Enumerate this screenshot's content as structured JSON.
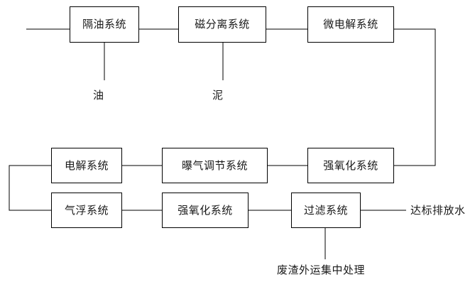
{
  "diagram": {
    "type": "process-flow-chart",
    "orientation": "horizontal-serpentine",
    "line_color": "#000000",
    "box_border_color": "#000000",
    "background_color": "#ffffff",
    "text_color": "#1a1a1a",
    "rows": [
      {
        "row_index": 1,
        "nodes": [
          {
            "id": "oil-separation",
            "label": "隔油系统"
          },
          {
            "id": "magnetic-separation",
            "label": "磁分离系统"
          },
          {
            "id": "micro-electrolysis",
            "label": "微电解系统"
          }
        ]
      },
      {
        "row_index": 2,
        "nodes": [
          {
            "id": "electrolysis",
            "label": "电解系统"
          },
          {
            "id": "aeration-regulation",
            "label": "曝气调节系统"
          },
          {
            "id": "strong-oxidation-1",
            "label": "强氧化系统"
          }
        ]
      },
      {
        "row_index": 3,
        "nodes": [
          {
            "id": "air-flotation",
            "label": "气浮系统"
          },
          {
            "id": "strong-oxidation-2",
            "label": "强氧化系统"
          },
          {
            "id": "filtration",
            "label": "过滤系统"
          }
        ]
      }
    ],
    "branch_labels": [
      {
        "id": "oil-output",
        "label": "油",
        "from_node": "oil-separation"
      },
      {
        "id": "sludge-output",
        "label": "泥",
        "from_node": "magnetic-separation"
      },
      {
        "id": "residue-output",
        "label": "废渣外运集中处理",
        "from_node": "filtration"
      },
      {
        "id": "discharge-output",
        "label": "达标排放水",
        "from_node": "filtration"
      }
    ]
  }
}
